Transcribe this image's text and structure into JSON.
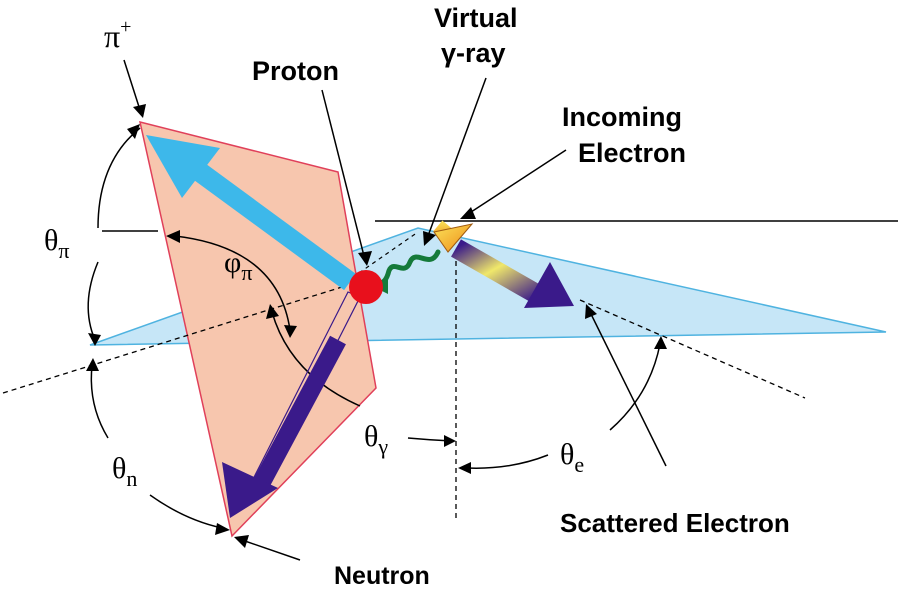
{
  "labels": {
    "pi_plus_symbol": "π",
    "pi_plus_charge": "+",
    "proton": "Proton",
    "virtual_line1": "Virtual",
    "virtual_line2": "γ-ray",
    "incoming_line1": "Incoming",
    "incoming_line2": "Electron",
    "theta_pi_symbol": "θ",
    "theta_pi_sub": "π",
    "phi_pi_symbol": "φ",
    "phi_pi_sub": "π",
    "theta_gamma_symbol": "θ",
    "theta_gamma_sub": "γ",
    "theta_e_symbol": "θ",
    "theta_e_sub": "e",
    "theta_n_symbol": "θ",
    "theta_n_sub": "n",
    "scattered": "Scattered Electron",
    "neutron": "Neutron"
  },
  "colors": {
    "hadron_plane_fill": "#f7c6ae",
    "hadron_plane_edge": "#e0405a",
    "scattering_plane_fill": "#c6e6f7",
    "scattering_plane_edge": "#4fb3e0",
    "pion_arrow": "#3db8ea",
    "neutron_arrow": "#3a1a8a",
    "proton_dot": "#e8101c",
    "virtual_photon": "#157a3a",
    "electron_warm": "#f7a21a",
    "electron_dark": "#3a1a8a"
  }
}
